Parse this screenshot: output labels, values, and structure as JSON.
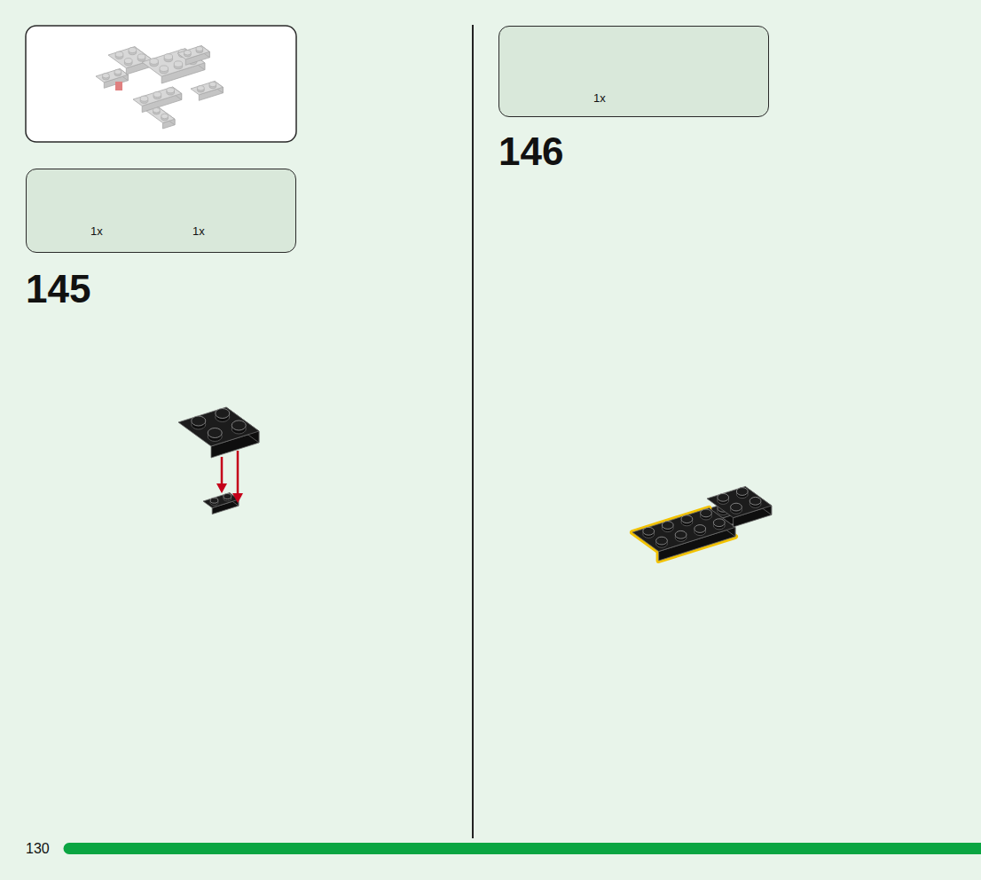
{
  "diagram": {
    "nodes": [
      {
        "text": [
          "1x",
          "1x"
        ]
      },
      {
        "text": [
          "1x"
        ]
      }
    ],
    "labels": [
      "145",
      "146",
      "130"
    ]
  }
}
